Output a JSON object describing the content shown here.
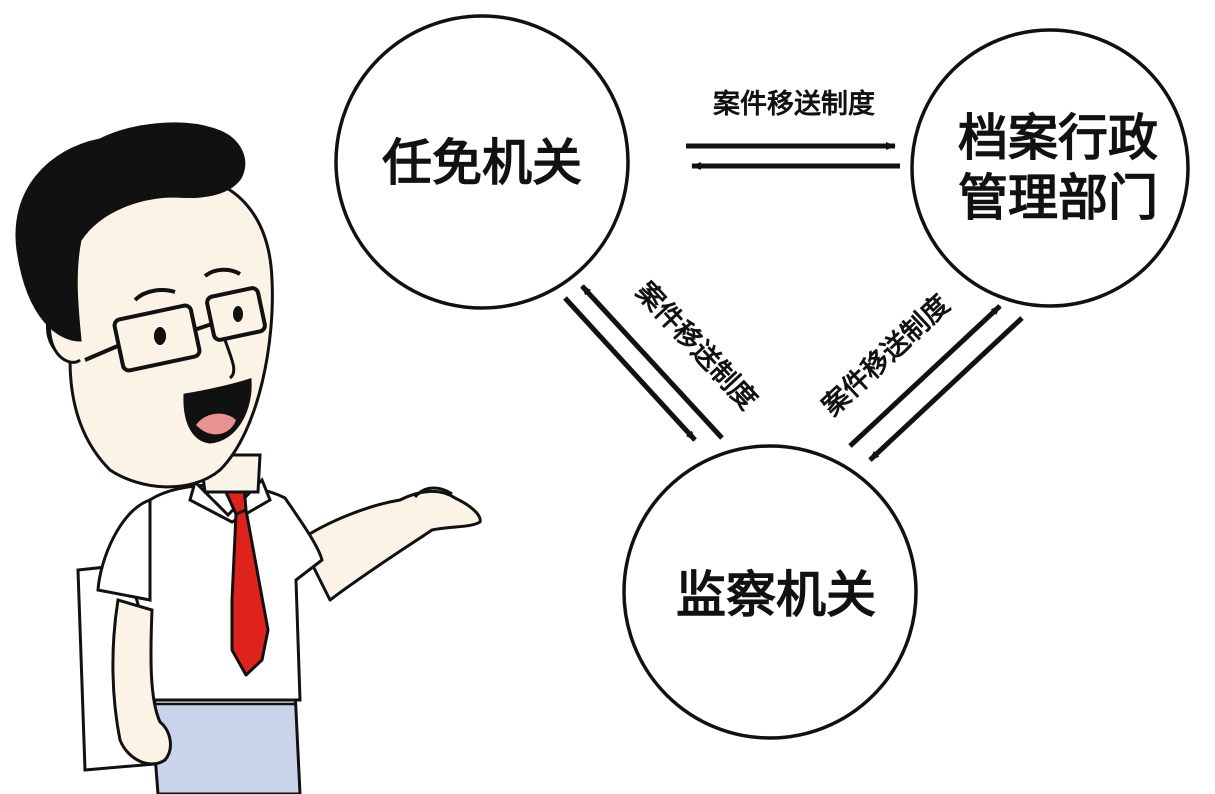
{
  "diagram": {
    "nodes": [
      {
        "id": "appointing",
        "lines": [
          "任免机关"
        ]
      },
      {
        "id": "archives",
        "lines": [
          "档案行政",
          "管理部门"
        ]
      },
      {
        "id": "supervision",
        "lines": [
          "监察机关"
        ]
      }
    ],
    "edges": [
      {
        "from": "appointing",
        "to": "archives",
        "label": "案件移送制度"
      },
      {
        "from": "appointing",
        "to": "supervision",
        "label": "案件移送制度"
      },
      {
        "from": "archives",
        "to": "supervision",
        "label": "案件移送制度"
      }
    ]
  },
  "illustration": {
    "subject": "cartoon man with glasses and red tie presenting"
  },
  "colors": {
    "line": "#111111",
    "skin": "#fbf3e6",
    "hair": "#111111",
    "tie": "#e0221c",
    "trousers": "#c9d3ea",
    "paper": "#ffffff"
  }
}
